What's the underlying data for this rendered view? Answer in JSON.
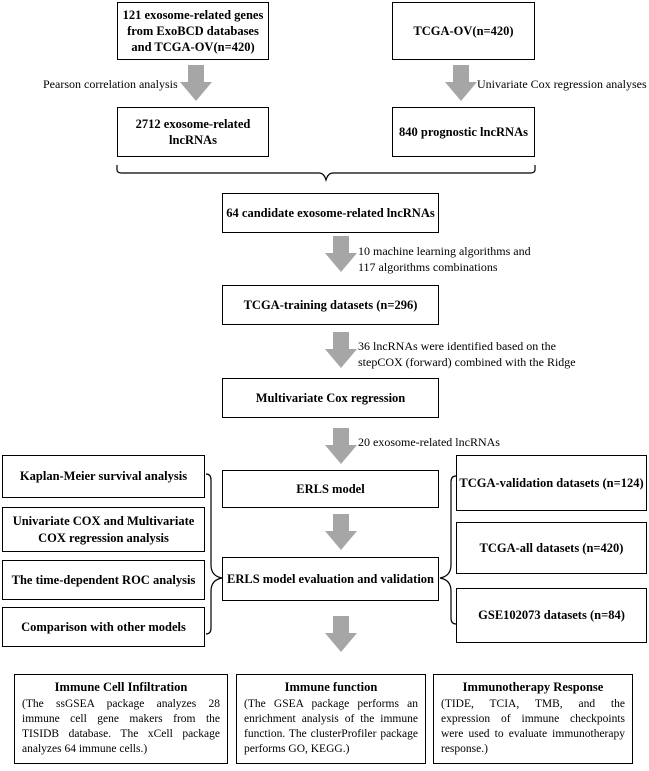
{
  "top": {
    "left_box": "121 exosome-related genes from ExoBCD databases and TCGA-OV(n=420)",
    "right_box": "TCGA-OV(n=420)",
    "left_label": "Pearson correlation analysis",
    "right_label": "Univariate Cox regression analyses",
    "left_result": "2712 exosome-related lncRNAs",
    "right_result": "840 prognostic lncRNAs"
  },
  "main": {
    "candidates": "64 candidate exosome-related lncRNAs",
    "ml_label_1": "10 machine learning algorithms and",
    "ml_label_2": "117 algorithms combinations",
    "training": "TCGA-training datasets (n=296)",
    "lnc_label_1": "36 lncRNAs were identified based on the",
    "lnc_label_2": "stepCOX (forward) combined with the Ridge",
    "multivariate": "Multivariate Cox regression",
    "erls_label": "20 exosome-related lncRNAs",
    "erls_model": "ERLS model",
    "evaluation": "ERLS model evaluation and validation"
  },
  "left_analyses": [
    "Kaplan-Meier survival analysis",
    "Univariate COX and Multivariate COX regression analysis",
    "The time-dependent ROC analysis",
    "Comparison with other models"
  ],
  "right_datasets": [
    "TCGA-validation datasets (n=124)",
    "TCGA-all datasets (n=420)",
    "GSE102073 datasets (n=84)"
  ],
  "bottom": [
    {
      "title": "Immune Cell Infiltration",
      "text": "(The ssGSEA package analyzes 28 immune cell gene makers from the TISIDB database. The xCell package analyzes 64 immune cells.)"
    },
    {
      "title": "Immune function",
      "text": "(The GSEA package performs an enrichment analysis of the immune function. The clusterProfiler package performs GO, KEGG.)"
    },
    {
      "title": "Immunotherapy Response",
      "text": "(TIDE, TCIA, TMB, and the expression of immune checkpoints were used to evaluate immunotherapy response.)"
    }
  ],
  "colors": {
    "arrow": "#a6a6a6",
    "border": "#000000"
  }
}
